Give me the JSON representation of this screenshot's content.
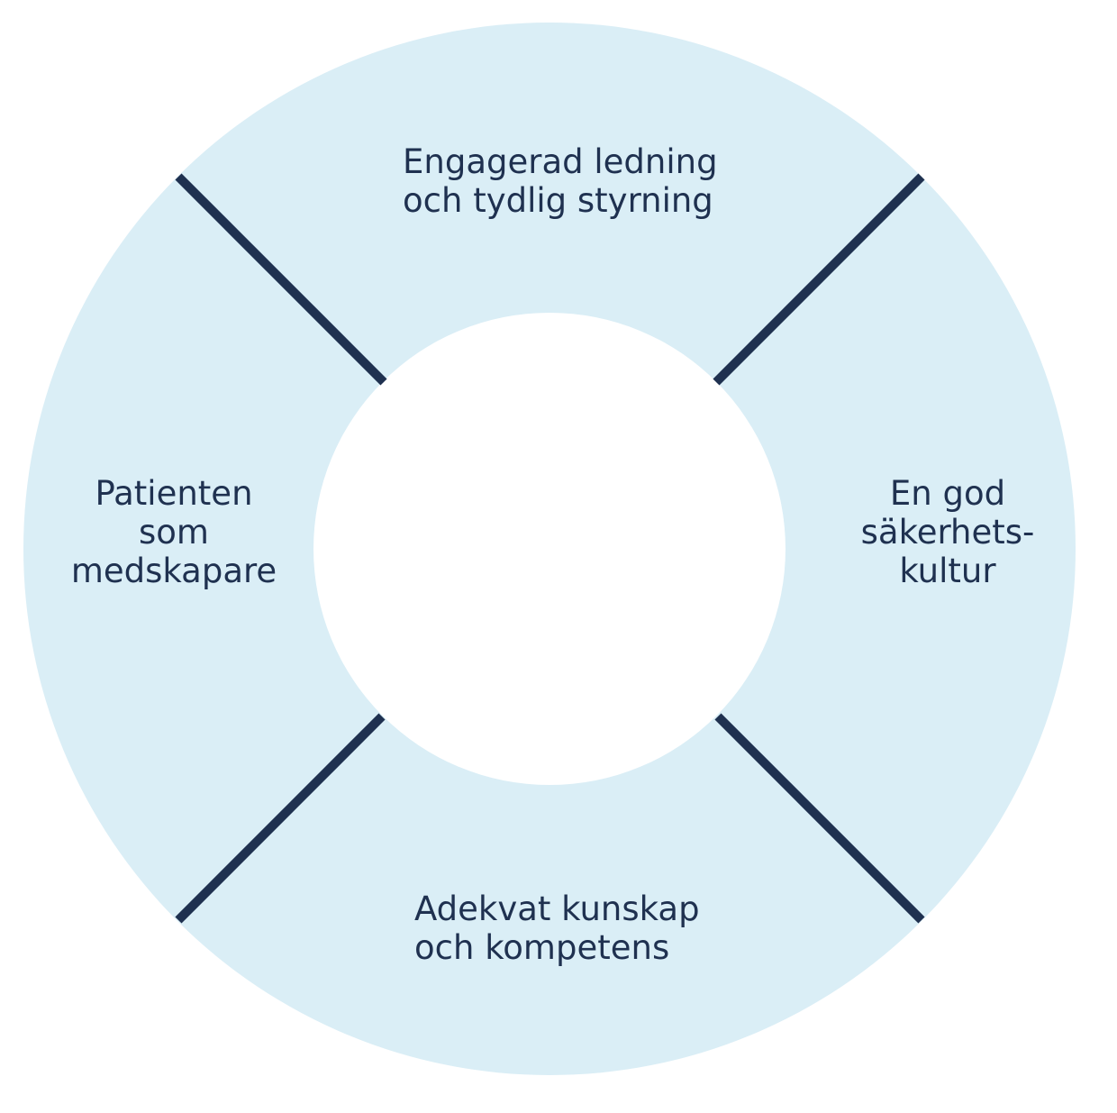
{
  "diagram": {
    "segments": [
      {
        "id": "top",
        "lines": [
          "Engagerad ledning",
          "och tydlig styrning"
        ]
      },
      {
        "id": "right",
        "lines": [
          "En god",
          "säkerhets-",
          "kultur"
        ]
      },
      {
        "id": "bottom",
        "lines": [
          "Adekvat kunskap",
          "och kompetens"
        ]
      },
      {
        "id": "left",
        "lines": [
          "Patienten",
          "som",
          "medskapare"
        ]
      }
    ],
    "colors": {
      "ring_fill": "#daeef6",
      "divider": "#1f3150",
      "text": "#1f3150",
      "center": "#ffffff"
    }
  }
}
